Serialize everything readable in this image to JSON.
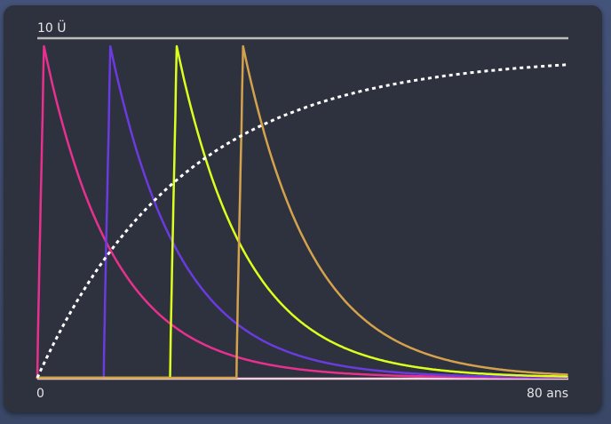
{
  "chart_data": {
    "type": "line",
    "y_top_label": "10 Ü",
    "x_start_label": "0",
    "x_end_label": "80 ans",
    "xlim": [
      0,
      80
    ],
    "ylim": [
      0,
      10
    ],
    "grid": false,
    "series": [
      {
        "color": "#e8308f",
        "style": "solid",
        "start": 0,
        "rise": 1.0,
        "peak": 10,
        "decay": 10.5
      },
      {
        "color": "#6a3bdf",
        "style": "solid",
        "start": 10,
        "rise": 1.0,
        "peak": 10,
        "decay": 10.5
      },
      {
        "color": "#dcff1e",
        "style": "solid",
        "start": 20,
        "rise": 1.0,
        "peak": 10,
        "decay": 10.5
      },
      {
        "color": "#d4a24c",
        "style": "solid",
        "start": 30,
        "rise": 1.0,
        "peak": 10,
        "decay": 10.5
      },
      {
        "color": "#ffffff",
        "style": "dotted",
        "kind": "saturation",
        "max": 9.7,
        "tau": 22
      }
    ],
    "axis_color": "#f3cfe0",
    "top_line_color": "#bdbdbd"
  }
}
